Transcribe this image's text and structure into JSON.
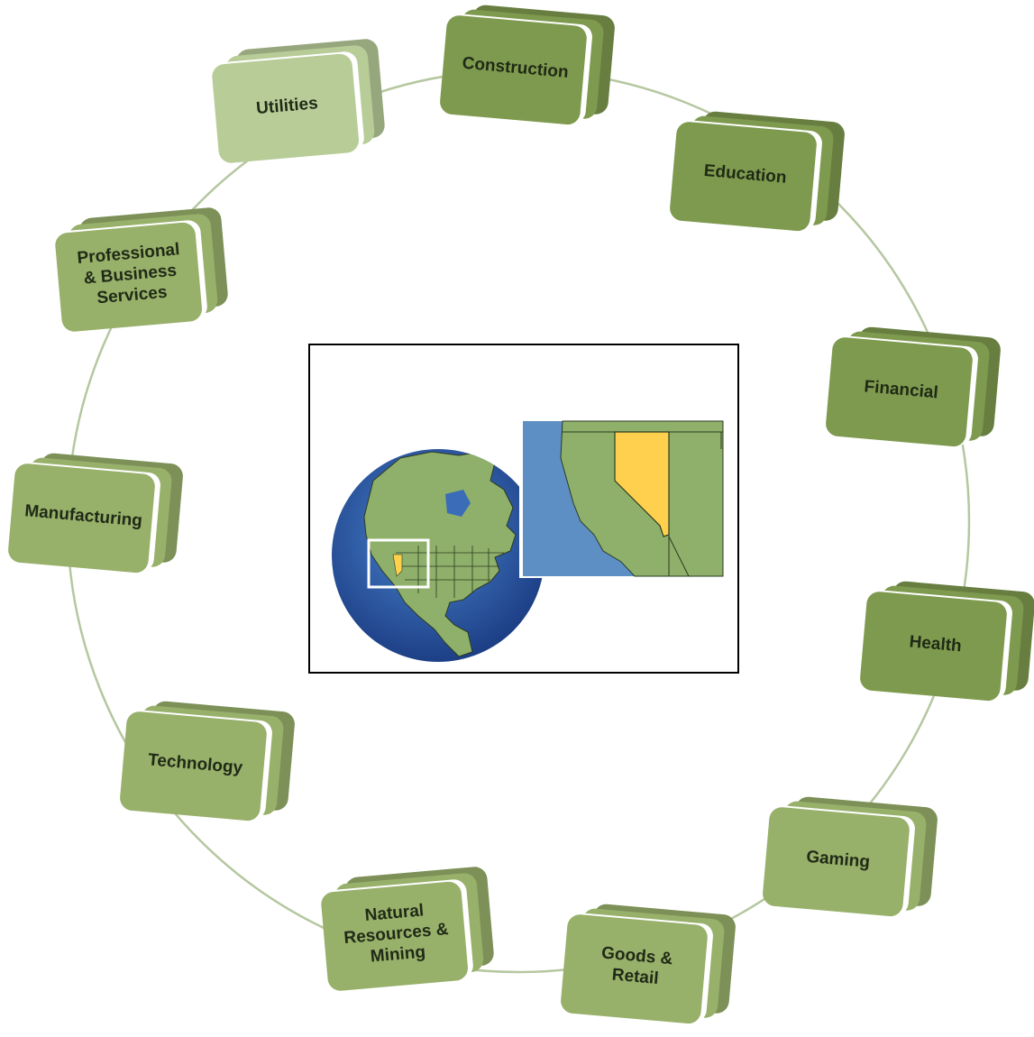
{
  "colors": {
    "dark": "#7e9a4e",
    "medium": "#97b06a",
    "light": "#b8cc98",
    "connector": "#b5c7a0",
    "text": "#1f2a16",
    "ocean": "#2d5aa8",
    "land": "#8fb06a",
    "nevada": "#ffd04d"
  },
  "sectors": [
    {
      "label": "Construction",
      "shade": "dark"
    },
    {
      "label": "Education",
      "shade": "dark"
    },
    {
      "label": "Financial",
      "shade": "dark"
    },
    {
      "label": "Health",
      "shade": "dark"
    },
    {
      "label": "Gaming",
      "shade": "medium"
    },
    {
      "label": "Goods &\nRetail",
      "shade": "medium"
    },
    {
      "label": "Natural\nResources &\nMining",
      "shade": "medium"
    },
    {
      "label": "Technology",
      "shade": "medium"
    },
    {
      "label": "Manufacturing",
      "shade": "medium"
    },
    {
      "label": "Professional\n& Business\nServices",
      "shade": "medium"
    },
    {
      "label": "Utilities",
      "shade": "light"
    }
  ],
  "center_image": {
    "icon": "globe-north-america-nevada-map-icon"
  }
}
